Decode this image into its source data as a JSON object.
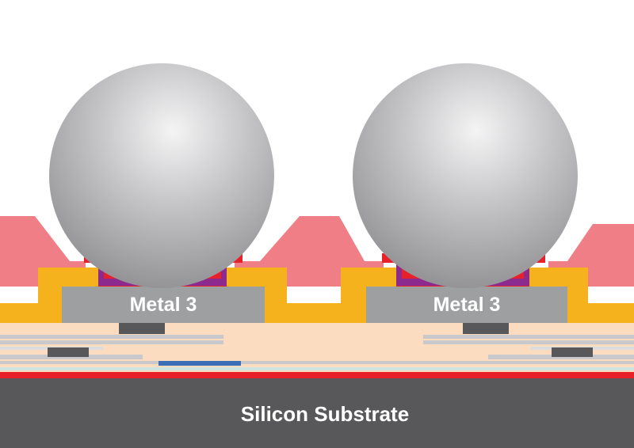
{
  "diagram": {
    "pads": [
      {
        "label": "Metal 3"
      },
      {
        "label": "Metal 3"
      }
    ],
    "substrate_label": "Silicon Substrate",
    "colors": {
      "solder_ball": "#b0b0b2",
      "polyimide": "#ef7e86",
      "passivation": "#f5b21c",
      "metal": "#9e9fa1",
      "ubm_outer": "#e8202a",
      "ubm_inner": "#8c2a8e",
      "dielectric": "#fbdcc0",
      "substrate": "#58585a",
      "via": "#58585a",
      "barrier_blue": "#3a6fb5",
      "red_line": "#e8202a"
    }
  }
}
